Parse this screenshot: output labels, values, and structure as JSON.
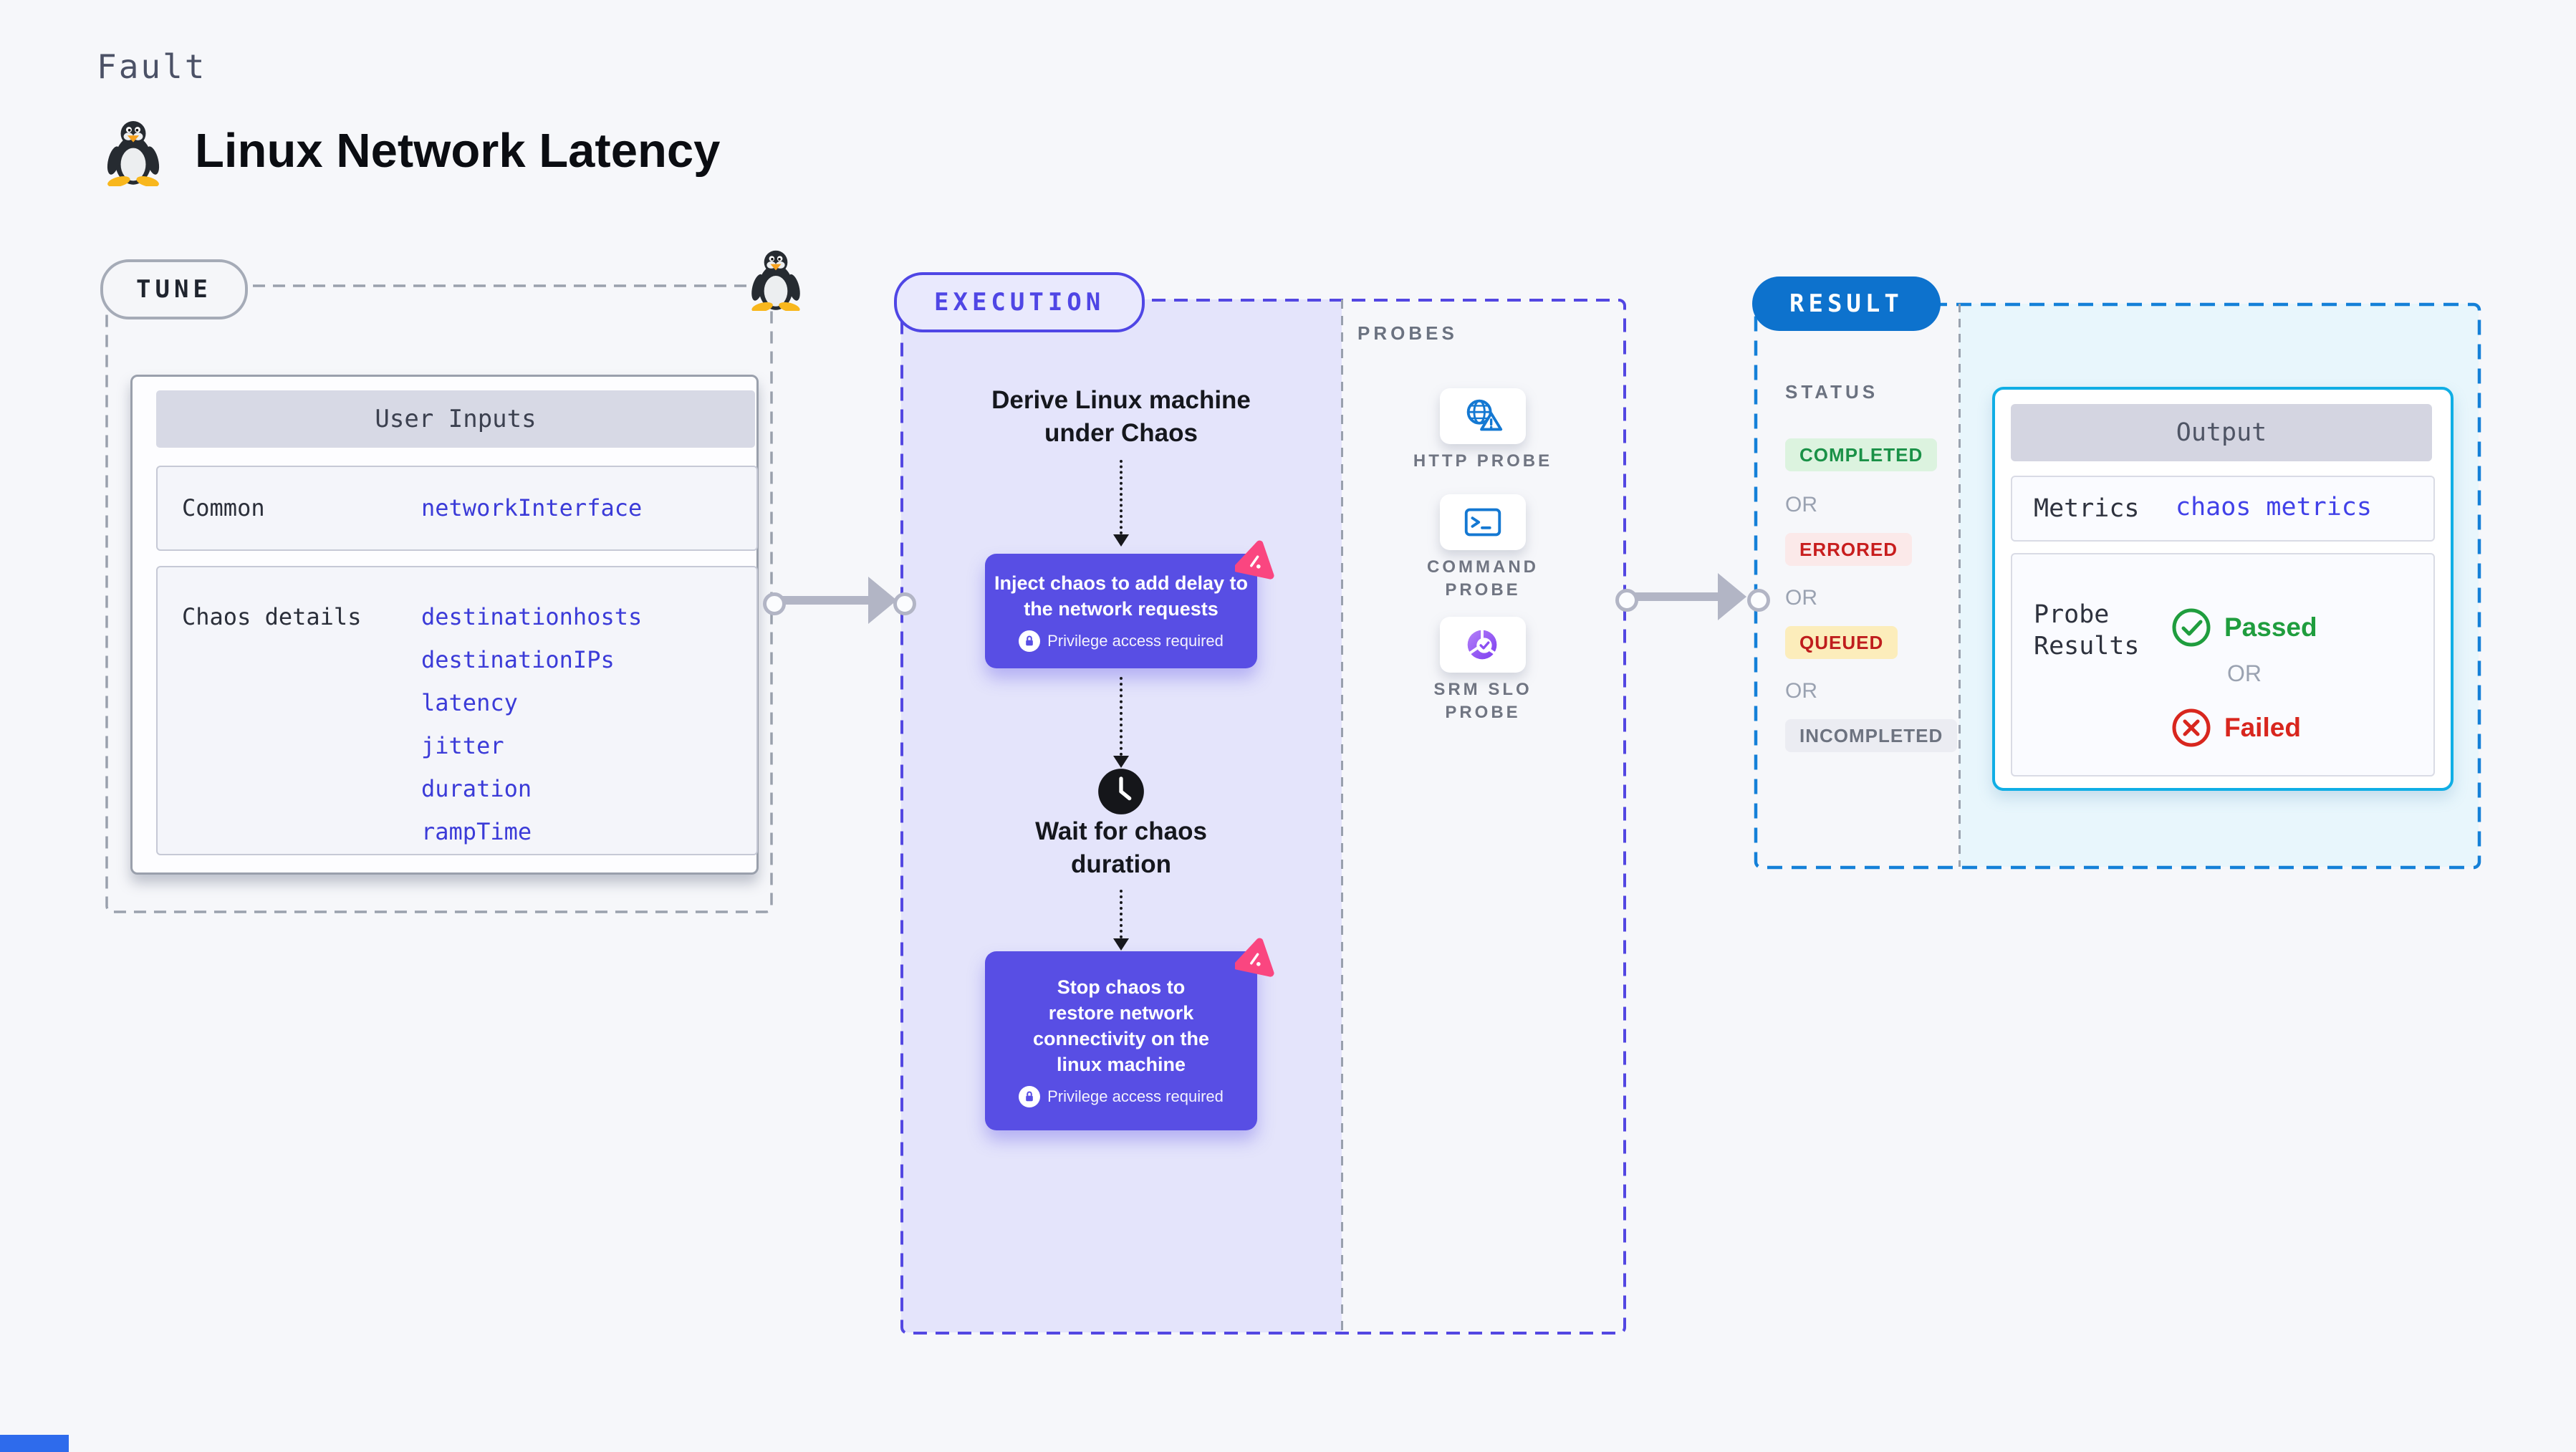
{
  "header": {
    "kicker": "Fault",
    "title": "Linux Network Latency"
  },
  "tune": {
    "pill": "TUNE",
    "table_header": "User Inputs",
    "rows": [
      {
        "label": "Common",
        "values": [
          "networkInterface"
        ]
      },
      {
        "label": "Chaos details",
        "values": [
          "destinationhosts",
          "destinationIPs",
          "latency",
          "jitter",
          "duration",
          "rampTime"
        ]
      }
    ]
  },
  "execution": {
    "pill": "EXECUTION",
    "step1": {
      "lines": [
        "Derive Linux machine",
        "under Chaos"
      ]
    },
    "node1": {
      "lines": [
        "Inject chaos to add delay to",
        "the network requests"
      ],
      "privilege": "Privilege access required"
    },
    "step2": {
      "lines": [
        "Wait for chaos",
        "duration"
      ]
    },
    "node2": {
      "lines": [
        "Stop chaos to",
        "restore network",
        "connectivity on the",
        "linux machine"
      ],
      "privilege": "Privilege access required"
    }
  },
  "probes": {
    "label": "PROBES",
    "items": [
      {
        "icon": "http-probe-icon",
        "lines": [
          "HTTP PROBE",
          ""
        ]
      },
      {
        "icon": "command-probe-icon",
        "lines": [
          "COMMAND",
          "PROBE"
        ]
      },
      {
        "icon": "srm-slo-probe-icon",
        "lines": [
          "SRM SLO",
          "PROBE"
        ]
      }
    ]
  },
  "result": {
    "pill": "RESULT",
    "status_label": "STATUS",
    "or": "OR",
    "statuses": [
      {
        "text": "COMPLETED"
      },
      {
        "text": "ERRORED"
      },
      {
        "text": "QUEUED"
      },
      {
        "text": "INCOMPLETED"
      }
    ],
    "output": {
      "header": "Output",
      "metrics_label": "Metrics",
      "metrics_value": "chaos metrics",
      "probe_results_label": [
        "Probe",
        "Results"
      ],
      "passed": "Passed",
      "failed": "Failed"
    }
  },
  "colors": {
    "page_bg": "#f6f7fa",
    "indigo_accent": "#4f46e5",
    "node_purple": "#584ee4",
    "lavender_panel": "#e4e4fb",
    "pink_badge": "#fa4680",
    "result_blue": "#0d72cd",
    "result_dash": "#1480d8",
    "cyan_bg": "#e8f6fc",
    "cyan_border": "#10aee5",
    "value_blue": "#3b3bd8",
    "green": "#1f9d3e",
    "red": "#d8261e",
    "probe_icon_blue": "#1478d2"
  }
}
